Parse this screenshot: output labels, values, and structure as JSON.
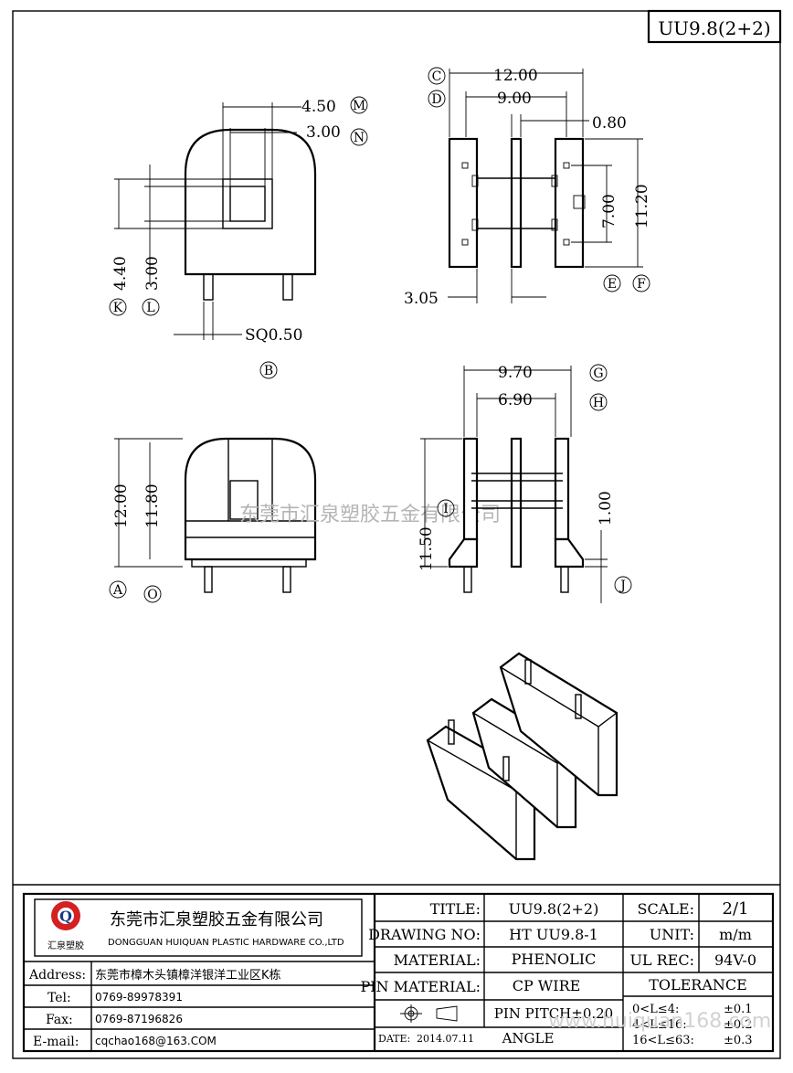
{
  "header": {
    "part_code": "UU9.8(2+2)"
  },
  "dimensions": {
    "top_left": [
      "4.50",
      "3.00",
      "4.40",
      "3.00",
      "SQ0.50"
    ],
    "top_right": [
      "12.00",
      "9.00",
      "0.80",
      "7.00",
      "11.20",
      "3.05"
    ],
    "bottom_left": [
      "12.00",
      "11.80"
    ],
    "bottom_right": [
      "9.70",
      "6.90",
      "11.50",
      "1.00"
    ]
  },
  "callouts": [
    "A",
    "B",
    "C",
    "D",
    "E",
    "F",
    "G",
    "H",
    "I",
    "J",
    "K",
    "L",
    "M",
    "N",
    "O"
  ],
  "watermark": "东莞市汇泉塑胶五金有限公司",
  "company": {
    "logo_letter": "Q",
    "logo_caption": "汇泉塑胶",
    "name_cn": "东莞市汇泉塑胶五金有限公司",
    "name_en": "DONGGUAN HUIQUAN PLASTIC HARDWARE CO.,LTD"
  },
  "contact": {
    "address_label": "Address:",
    "address_value": "东莞市樟木头镇樟洋银洋工业区K栋",
    "tel_label": "Tel:",
    "tel_value": "0769-89978391",
    "fax_label": "Fax:",
    "fax_value": "0769-87196826",
    "email_label": "E-mail:",
    "email_value": "cqchao168@163.COM"
  },
  "title_block": {
    "title_label": "TITLE:",
    "title_value": "UU9.8(2+2)",
    "drawing_no_label": "DRAWING NO:",
    "drawing_no_value": "HT UU9.8-1",
    "material_label": "MATERIAL:",
    "material_value": "PHENOLIC",
    "pin_material_label": "PIN MATERIAL:",
    "pin_material_value": "CP WIRE",
    "date_label": "DATE:",
    "date_value": "2014.07.11",
    "pin_pitch": "PIN PITCH±0.20",
    "angle": "ANGLE",
    "scale_label": "SCALE:",
    "scale_value": "2/1",
    "unit_label": "UNIT:",
    "unit_value": "m/m",
    "ul_rec_label": "UL REC:",
    "ul_rec_value": "94V-0",
    "tolerance_label": "TOLERANCE",
    "tolerance_rows": [
      {
        "range": "0<L≤4:",
        "value": "±0.1"
      },
      {
        "range": "4<L≤16:",
        "value": "±0.2"
      },
      {
        "range": "16<L≤63:",
        "value": "±0.3"
      }
    ]
  },
  "footer_watermark": "www.huiquan168.com"
}
